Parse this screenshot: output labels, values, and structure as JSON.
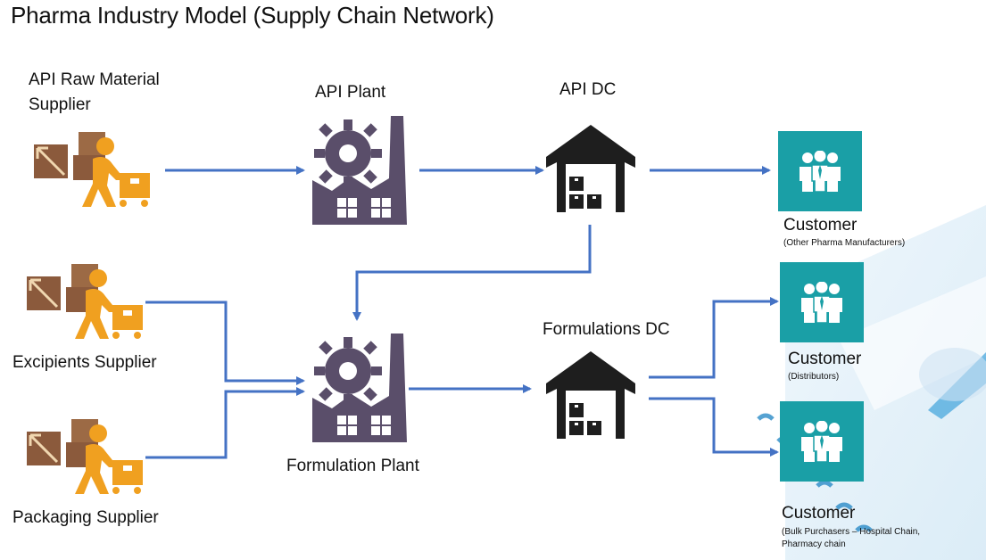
{
  "title": "Pharma Industry Model (Supply Chain Network)",
  "nodes": {
    "api_raw_supplier": {
      "label_line1": "API Raw Material",
      "label_line2": "Supplier"
    },
    "api_plant": {
      "label": "API Plant"
    },
    "api_dc": {
      "label": "API DC"
    },
    "excipients_supplier": {
      "label": "Excipients Supplier"
    },
    "packaging_supplier": {
      "label": "Packaging Supplier"
    },
    "formulation_plant": {
      "label": "Formulation Plant"
    },
    "formulations_dc": {
      "label": "Formulations DC"
    },
    "customer_pharma": {
      "label": "Customer",
      "sub": "(Other Pharma Manufacturers)"
    },
    "customer_distributors": {
      "label": "Customer",
      "sub": "(Distributors)"
    },
    "customer_bulk": {
      "label": "Customer",
      "sub_line1": "(Bulk Purchasers – Hospital Chain,",
      "sub_line2": "Pharmacy chain"
    }
  },
  "colors": {
    "arrow": "#4472c4",
    "factory": "#5a4e6a",
    "warehouse": "#1e1e1e",
    "supplier_person": "#f0a020",
    "supplier_box": "#8b5a3c",
    "customer_tile": "#1a9fa6"
  },
  "icons": {
    "supplier": "delivery-worker-icon",
    "plant": "factory-gear-icon",
    "dc": "warehouse-icon",
    "customer": "group-people-icon"
  }
}
